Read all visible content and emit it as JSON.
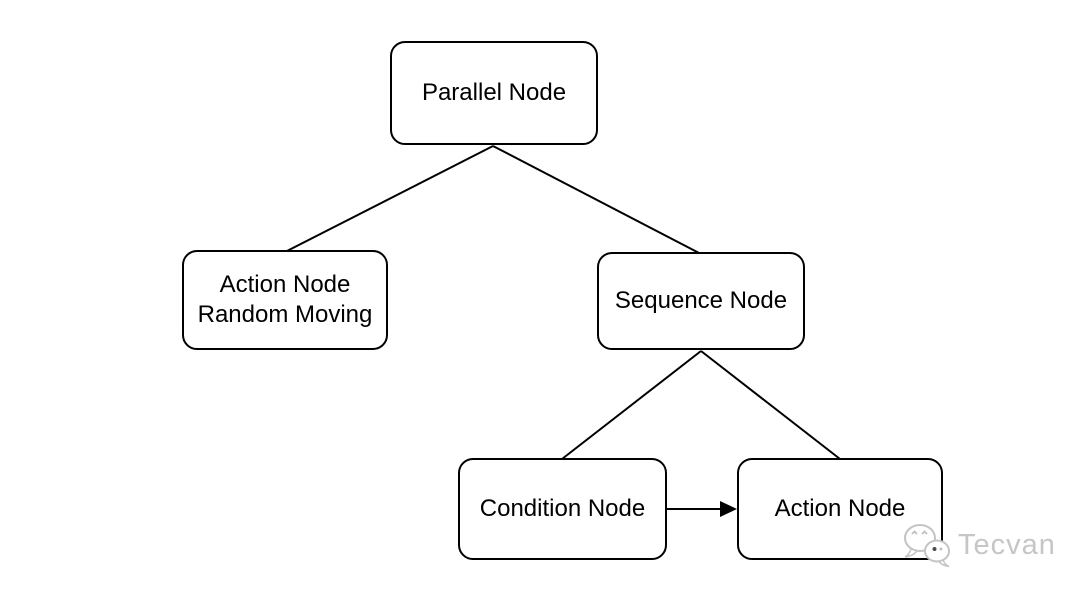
{
  "page": {
    "background_color": "#ffffff"
  },
  "diagram": {
    "type": "behavior-tree",
    "nodes": {
      "parallel": {
        "label": "Parallel Node"
      },
      "action_random": {
        "label_line1": "Action Node",
        "label_line2": "Random Moving"
      },
      "sequence": {
        "label": "Sequence Node"
      },
      "condition": {
        "label": "Condition Node"
      },
      "action": {
        "label": "Action Node"
      }
    },
    "edges": [
      {
        "from": "Parallel Node",
        "to": "Action Node Random Moving",
        "type": "plain-line"
      },
      {
        "from": "Parallel Node",
        "to": "Sequence Node",
        "type": "plain-line"
      },
      {
        "from": "Sequence Node",
        "to": "Condition Node",
        "type": "plain-line"
      },
      {
        "from": "Sequence Node",
        "to": "Action Node",
        "type": "plain-line"
      },
      {
        "from": "Condition Node",
        "to": "Action Node",
        "type": "arrow"
      }
    ],
    "style": {
      "node_border_color": "#000000",
      "node_fill_color": "#ffffff",
      "text_color": "#000000",
      "edge_color": "#000000"
    }
  },
  "watermark": {
    "icon": "wechat-icon",
    "brand": "Tecvan",
    "color": "#c6c6c6"
  }
}
